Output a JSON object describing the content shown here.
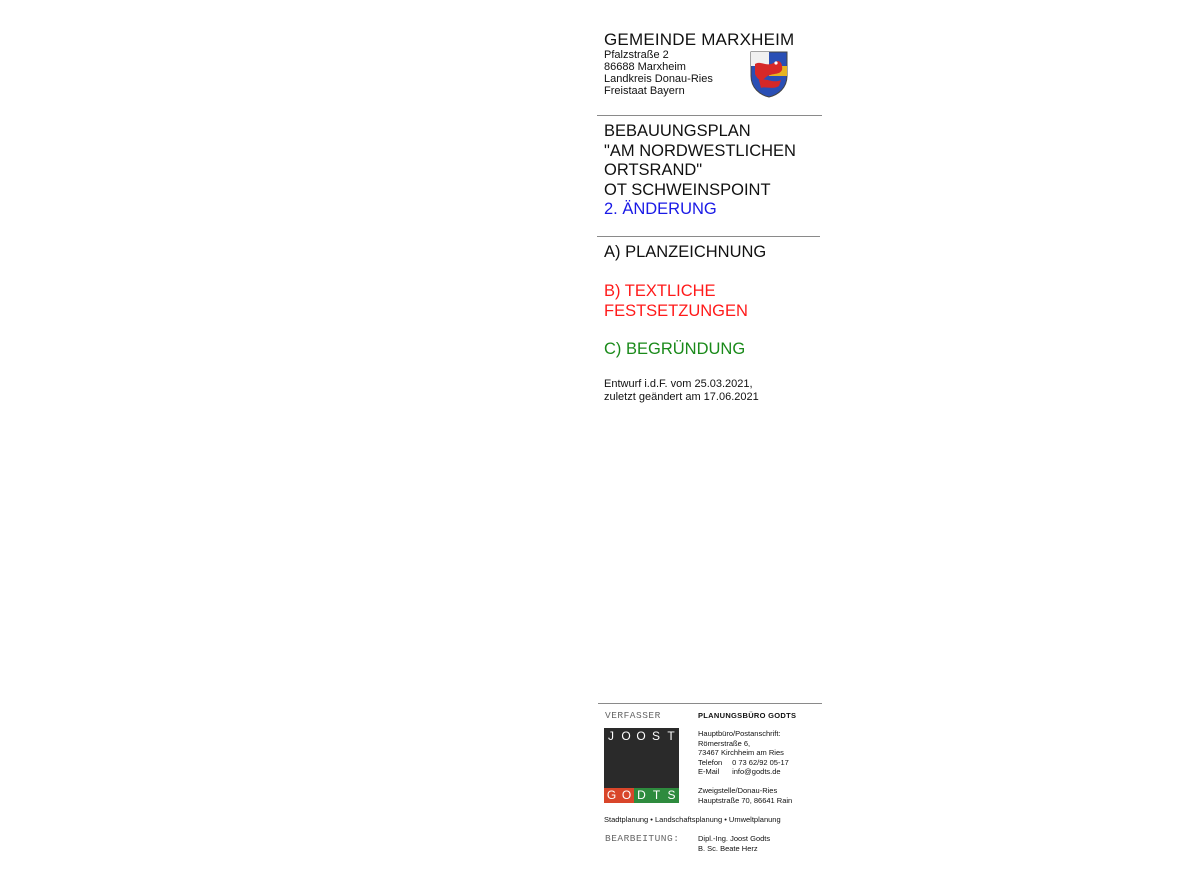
{
  "header": {
    "municipality": "GEMEINDE MARXHEIM",
    "address": [
      "Pfalzstraße 2",
      "86688 Marxheim",
      "Landkreis Donau-Ries",
      "Freistaat Bayern"
    ],
    "crest_icon": "coat-of-arms-icon",
    "crest_colors": {
      "blue": "#2a4fb5",
      "red": "#d62828",
      "gold": "#e6b422"
    }
  },
  "plan": {
    "lines": [
      "BEBAUUNGSPLAN",
      "\"AM NORDWESTLICHEN",
      "ORTSRAND\"",
      "OT SCHWEINSPOINT"
    ],
    "amendment": "2. ÄNDERUNG"
  },
  "parts": {
    "a": "A) PLANZEICHNUNG",
    "b_lines": [
      "B) TEXTLICHE",
      "FESTSETZUNGEN"
    ],
    "c": "C) BEGRÜNDUNG"
  },
  "draft": [
    "Entwurf i.d.F. vom 25.03.2021,",
    "zuletzt geändert am 17.06.2021"
  ],
  "footer": {
    "author_label": "VERFASSER",
    "office_name": "PLANUNGSBÜRO GODTS",
    "logo_top": [
      "J",
      "O",
      "O",
      "S",
      "T"
    ],
    "logo_bottom": [
      "G",
      "O",
      "D",
      "T",
      "S"
    ],
    "main_office": {
      "heading": "Hauptbüro/Postanschrift:",
      "street": "Römerstraße 6,",
      "city": "73467 Kirchheim am Ries",
      "phone_label": "Telefon",
      "phone": "0 73 62/92 05-17",
      "email_label": "E-Mail",
      "email": "info@godts.de"
    },
    "branch": {
      "heading": "Zweigstelle/Donau-Ries",
      "address": "Hauptstraße 70, 86641 Rain"
    },
    "services": "Stadtplanung • Landschaftsplanung • Umweltplanung",
    "editing_label": "BEARBEITUNG:",
    "editors": [
      "Dipl.-Ing. Joost Godts",
      "B. Sc. Beate Herz"
    ]
  }
}
